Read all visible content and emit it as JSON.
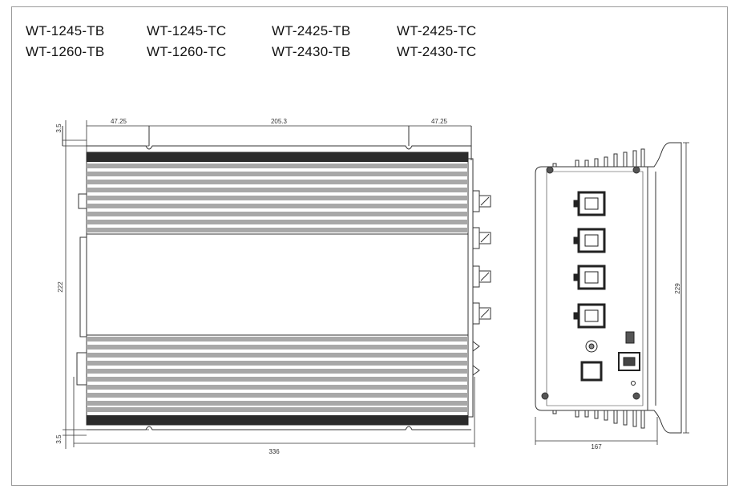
{
  "models": {
    "row1": [
      "WT-1245-TB",
      "WT-1245-TC",
      "WT-2425-TB",
      "WT-2425-TC"
    ],
    "row2": [
      "WT-1260-TB",
      "WT-1260-TC",
      "WT-2430-TB",
      "WT-2430-TC"
    ]
  },
  "dimensions": {
    "top_left": "47.25",
    "top_center": "205.3",
    "top_right": "47.25",
    "height_top": "3.5",
    "height_bottom": "3.5",
    "height_total": "222",
    "width_total": "336",
    "side_depth": "167",
    "side_height": "229"
  }
}
